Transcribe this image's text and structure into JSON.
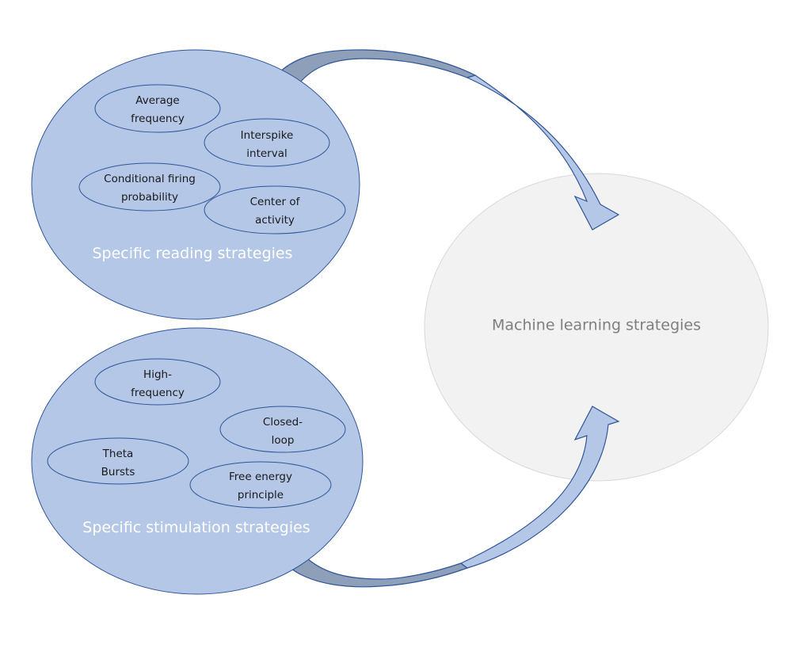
{
  "colors": {
    "group_fill": "#b4c7e7",
    "group_stroke": "#2f5597",
    "arrow_tail_fill": "#8e9fba",
    "arrow_head_fill": "#b4c7e7",
    "ml_fill": "#f2f2f2",
    "ml_stroke": "#d9d9d9",
    "group_label": "#ffffff",
    "ml_label": "#7f7f7f"
  },
  "groups": {
    "reading": {
      "title": "Specific reading strategies",
      "items": [
        {
          "lines": [
            "Average",
            "frequency"
          ]
        },
        {
          "lines": [
            "Interspike",
            "interval"
          ]
        },
        {
          "lines": [
            "Conditional firing",
            "probability"
          ]
        },
        {
          "lines": [
            "Center of",
            "activity"
          ]
        }
      ]
    },
    "stimulation": {
      "title": "Specific stimulation strategies",
      "items": [
        {
          "lines": [
            "High-",
            "frequency"
          ]
        },
        {
          "lines": [
            "Closed-",
            "loop"
          ]
        },
        {
          "lines": [
            "Theta",
            "Bursts"
          ]
        },
        {
          "lines": [
            "Free energy",
            "principle"
          ]
        }
      ]
    }
  },
  "machine_learning": {
    "title": "Machine learning strategies"
  },
  "arrows": [
    {
      "from": "Specific reading strategies",
      "to": "Machine learning strategies"
    },
    {
      "from": "Specific stimulation strategies",
      "to": "Machine learning strategies"
    }
  ]
}
